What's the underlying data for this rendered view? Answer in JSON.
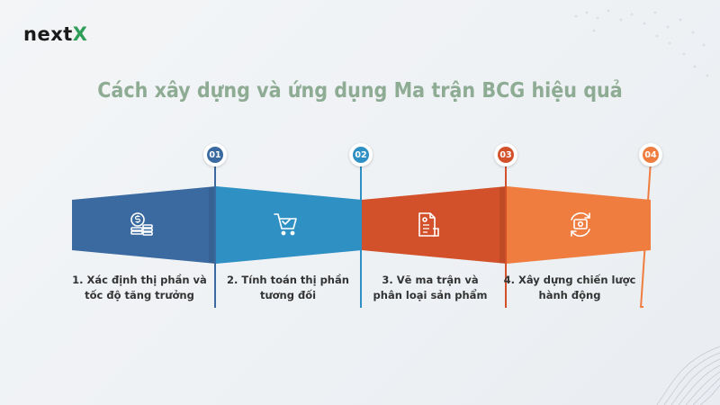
{
  "brand": {
    "prefix": "next",
    "suffix": "X"
  },
  "title": "Cách xây dựng và ứng dụng Ma trận BCG hiệu quả",
  "colors": {
    "title": "#8eab93",
    "step1": "#3a6aa0",
    "step2": "#2f90c4",
    "step3": "#d2512a",
    "step4": "#f07d40",
    "brand_accent": "#2e9e58"
  },
  "steps": [
    {
      "number": "01",
      "label": "1. Xác định thị phần và\ntốc độ tăng trưởng",
      "icon": "coins-dollar-icon"
    },
    {
      "number": "02",
      "label": "2. Tính toán thị phần\ntương đối",
      "icon": "shopping-cart-icon"
    },
    {
      "number": "03",
      "label": "3. Vẽ ma trận và\nphân loại sản phẩm",
      "icon": "document-chart-icon"
    },
    {
      "number": "04",
      "label": "4. Xây dựng chiến lược\nhành động",
      "icon": "money-cycle-icon"
    }
  ]
}
